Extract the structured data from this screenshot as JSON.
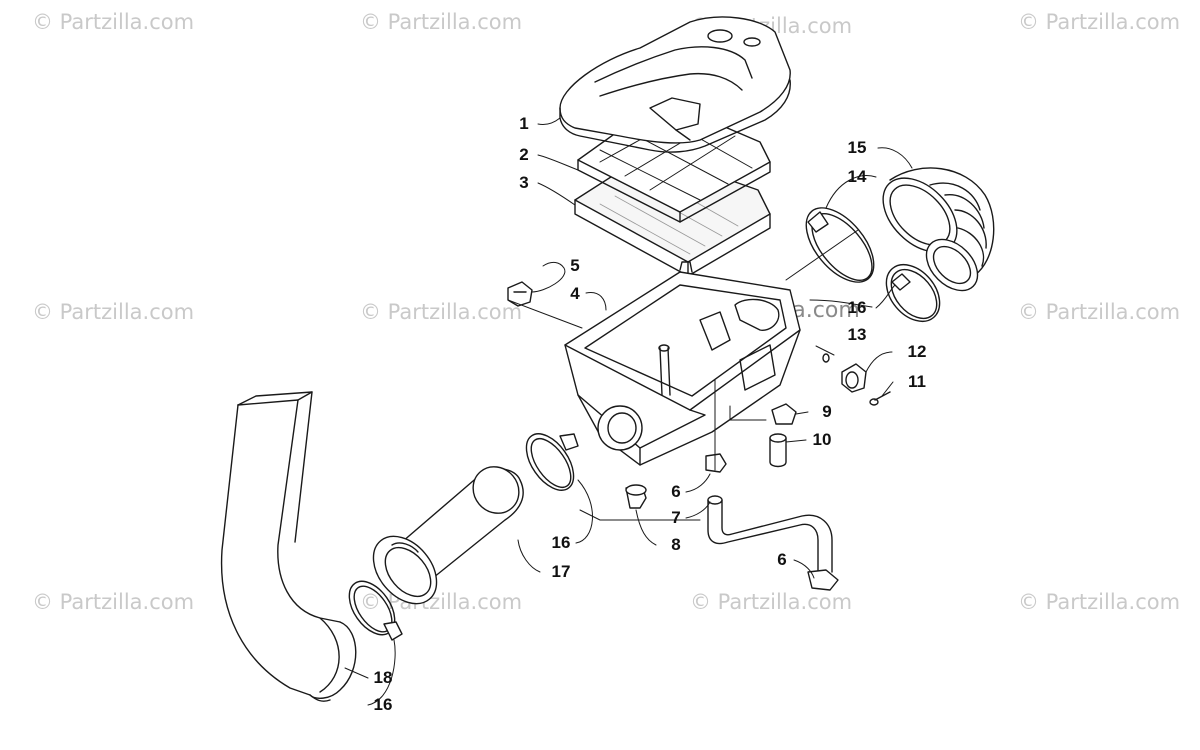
{
  "watermark": {
    "text": "© Partzilla.com",
    "center_text": "© Partzilla.com"
  },
  "callouts": {
    "c1": "1",
    "c2": "2",
    "c3": "3",
    "c4": "4",
    "c5": "5",
    "c6a": "6",
    "c6b": "6",
    "c7": "7",
    "c8": "8",
    "c9": "9",
    "c10": "10",
    "c11": "11",
    "c12": "12",
    "c13": "13",
    "c14": "14",
    "c15": "15",
    "c16a": "16",
    "c16b": "16",
    "c16c": "16",
    "c17": "17",
    "c18": "18"
  }
}
